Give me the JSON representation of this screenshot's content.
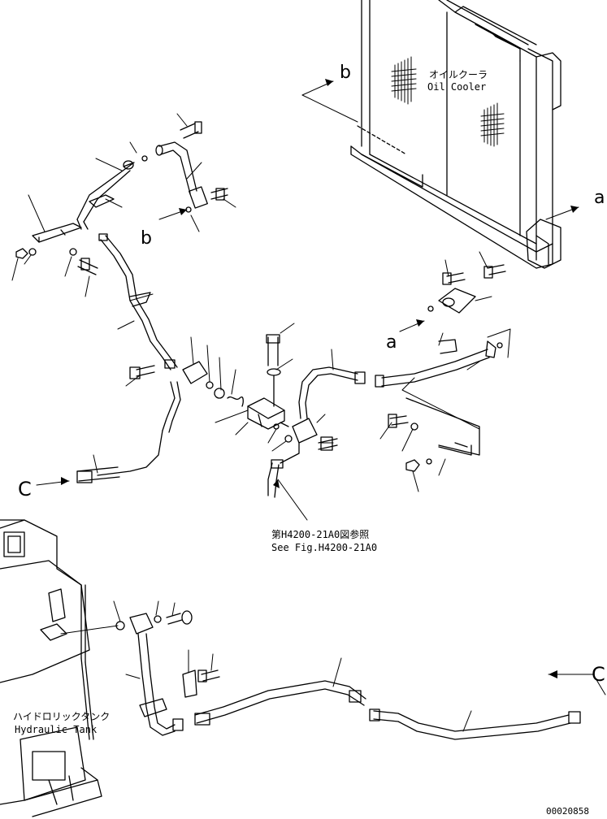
{
  "callouts": {
    "a_top": "a",
    "a_mid": "a",
    "b_top": "b",
    "b_left": "b",
    "c_left": "C",
    "c_right": "C"
  },
  "labels": {
    "oil_cooler_jp": "オイルクーラ",
    "oil_cooler_en": "Oil Cooler",
    "ref_jp": "第H4200-21A0図参照",
    "ref_en": "See Fig.H4200-21A0",
    "tank_jp": "ハイドロリックタンク",
    "tank_en": "Hydraulic Tank",
    "drawing_no": "00020858"
  }
}
